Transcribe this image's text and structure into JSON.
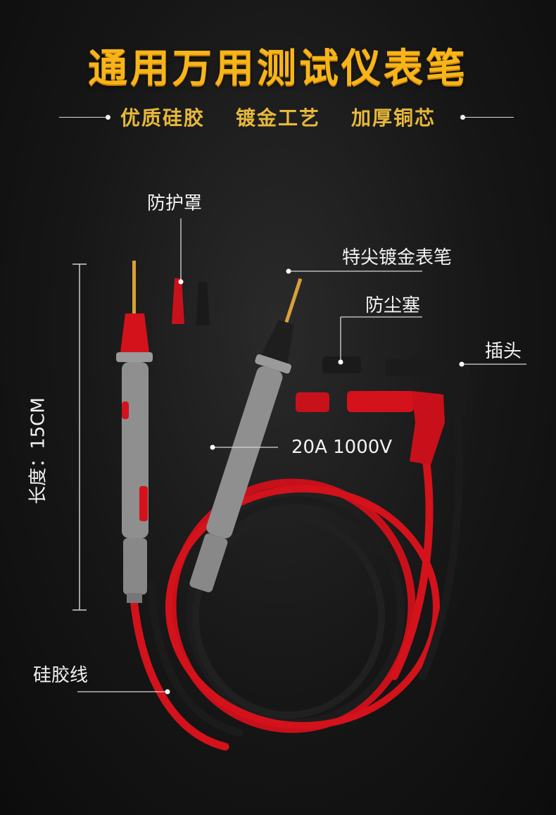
{
  "title": "通用万用测试仪表笔",
  "features": [
    "优质硅胶",
    "镀金工艺",
    "加厚铜芯"
  ],
  "labels": {
    "guard": "防护罩",
    "tip": "特尖镀金表笔",
    "dust_plug": "防尘塞",
    "plug": "插头",
    "rating": "20A 1000V",
    "length": "长度：15CM",
    "wire": "硅胶线"
  },
  "colors": {
    "title": "#f7b51a",
    "feature": "#e7b93a",
    "red": "#d3121b",
    "black": "#1b1b1b",
    "gray": "#8a8a8a",
    "gold": "#d8a038"
  }
}
